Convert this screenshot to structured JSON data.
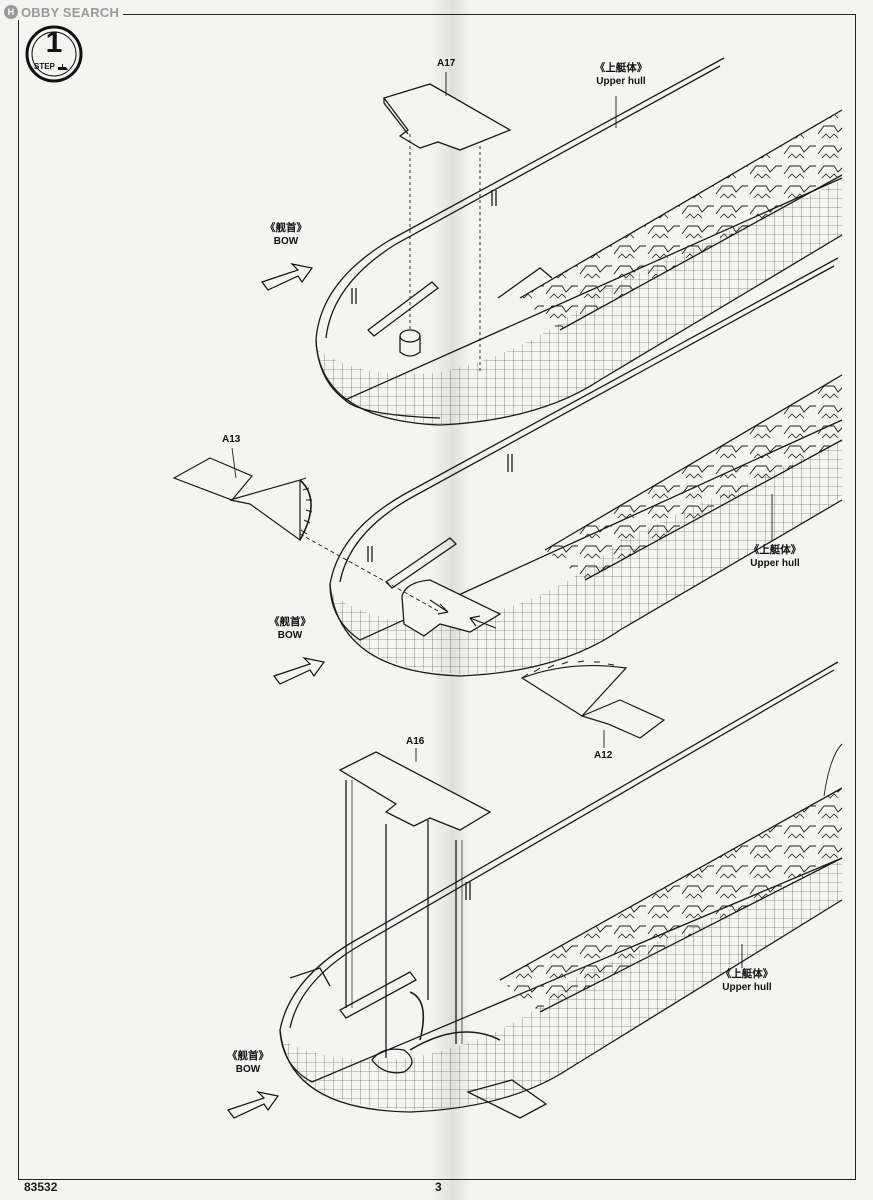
{
  "watermark": {
    "badge": "H",
    "text": "OBBY SEARCH"
  },
  "step": {
    "number": "1",
    "word": "STEP"
  },
  "labels": {
    "upper_hull_cn": "《上艇体》",
    "upper_hull_en": "Upper hull",
    "bow_cn": "《舰首》",
    "bow_en": "BOW"
  },
  "parts": {
    "a17": "A17",
    "a13": "A13",
    "a12": "A12",
    "a16": "A16"
  },
  "footer": {
    "product_code": "83532",
    "page_number": "3"
  },
  "colors": {
    "ink": "#1a1a1a",
    "paper": "#f4f4f2",
    "watermark": "#9a9a9a"
  }
}
